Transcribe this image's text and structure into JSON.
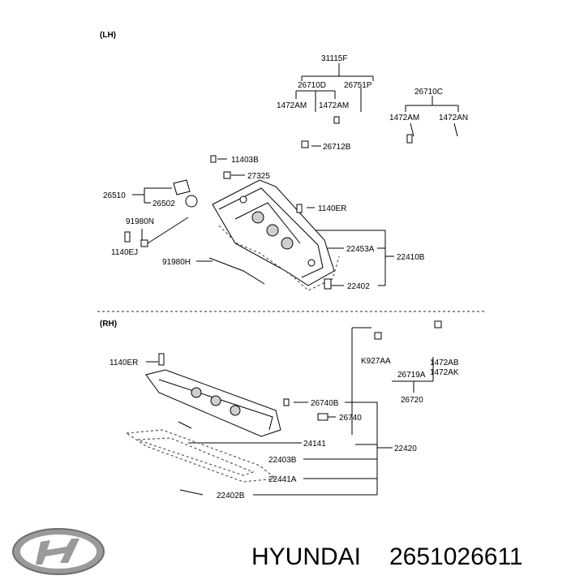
{
  "sections": {
    "lh": "(LH)",
    "rh": "(RH)"
  },
  "lh_labels": {
    "p31115F": "31115F",
    "p26710D": "26710D",
    "p26751P": "26751P",
    "p26710C": "26710C",
    "p1472AM_a": "1472AM",
    "p1472AM_b": "1472AM",
    "p1472AM_c": "1472AM",
    "p1472AN": "1472AN",
    "p26712B": "26712B",
    "p11403B": "11403B",
    "p27325": "27325",
    "p26510": "26510",
    "p26502": "26502",
    "p1140ER": "1140ER",
    "p91980N": "91980N",
    "p1140EJ": "1140EJ",
    "p22453A": "22453A",
    "p22410B": "22410B",
    "p91980H": "91980H",
    "p22402": "22402"
  },
  "rh_labels": {
    "p1140ER": "1140ER",
    "pK927AA": "K927AA",
    "p1472AB": "1472AB",
    "p26719A": "26719A",
    "p1472AK": "1472AK",
    "p26720": "26720",
    "p26740B": "26740B",
    "p26740": "26740",
    "p24141": "24141",
    "p22420": "22420",
    "p22403B": "22403B",
    "p22441A": "22441A",
    "p22402B": "22402B"
  },
  "footer": {
    "brand": "HYUNDAI",
    "part_number": "2651026611"
  },
  "icons": {
    "logo": "hyundai-logo-icon"
  }
}
